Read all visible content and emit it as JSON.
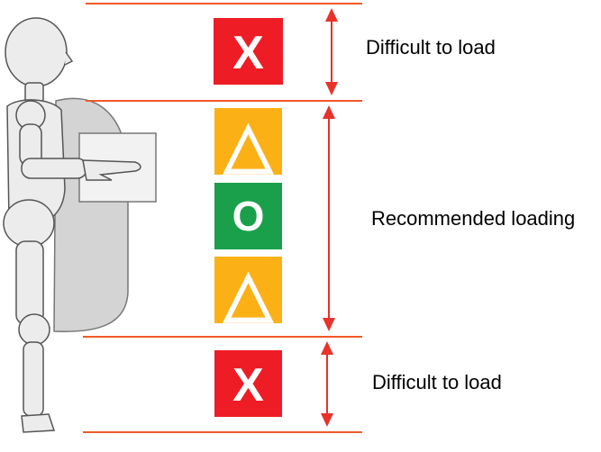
{
  "colors": {
    "boundary_line": "#f05a28",
    "arrow": "#e8322a",
    "ng_red": "#ee1c24",
    "caution_orange": "#fbb116",
    "ok_green": "#1aa04a",
    "mannequin_fill": "#ececec",
    "mannequin_stroke": "#555555",
    "load_area_fill": "#d4d4d4"
  },
  "zones": [
    {
      "id": "upper",
      "label": "Difficult to load",
      "marks": [
        "X"
      ]
    },
    {
      "id": "middle",
      "label": "Recommended loading",
      "marks": [
        "△",
        "O",
        "△"
      ]
    },
    {
      "id": "lower",
      "label": "Difficult to load",
      "marks": [
        "X"
      ]
    }
  ],
  "mark_styles": {
    "X": {
      "meaning": "difficult",
      "color_key": "ng_red",
      "icon": "cross-mark-icon"
    },
    "△": {
      "meaning": "acceptable",
      "color_key": "caution_orange",
      "icon": "triangle-mark-icon"
    },
    "O": {
      "meaning": "recommended",
      "color_key": "ok_green",
      "icon": "circle-mark-icon"
    }
  }
}
